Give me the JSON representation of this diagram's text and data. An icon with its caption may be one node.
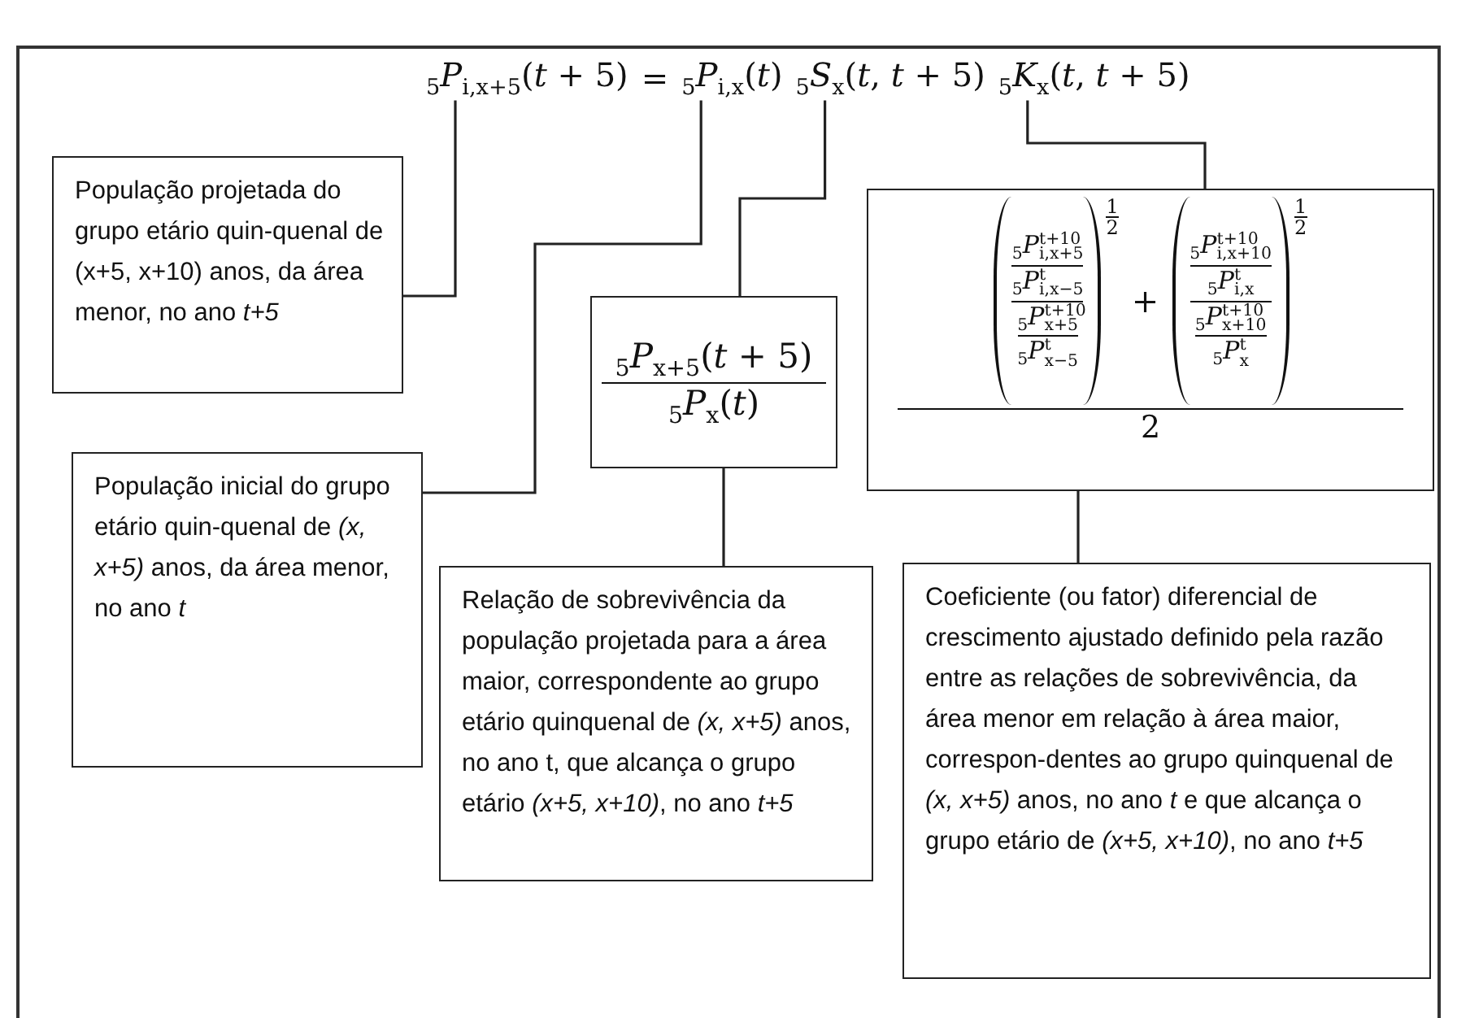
{
  "diagram": {
    "nodes": [
      {
        "text": [
          "$_{5}$*P*$_{i,x+5}$(*t* + 5)"
        ]
      },
      {
        "text": [
          "$_{5}$*P*$_{i,x}$(*t*)"
        ]
      },
      {
        "text": [
          "$_{5}$*S*$_{x}$(*t*, *t* + 5)"
        ]
      },
      {
        "text": [
          "$_{5}$*K*$_{x}$(*t*, *t* + 5)"
        ]
      },
      {
        "text": [
          "População projetada do grupo etário quin-quenal de (x+5, x+10) anos, da área menor, no ano *t+5*"
        ]
      },
      {
        "text": [
          "População inicial do grupo etário quin-quenal de *(x, x+5)* anos, da área menor, no ano *t*"
        ]
      },
      {
        "text": [
          "$_{5}$*P*$_{x+5}$(*t* + 5)",
          "$_{5}$*P*$_{x}$(*t*)"
        ]
      },
      {
        "text": [
          "$_{5}$*P*$^{t+10}$$_{i,x+5}$",
          "$_{5}$*P*$^{t}$$_{i,x−5}$",
          "$_{5}$*P*$^{t+10}$$_{x+5}$",
          "$_{5}$*P*$^{t}$$_{x−5}$",
          "1",
          "2",
          "+",
          "$_{5}$*P*$^{t+10}$$_{i,x+10}$",
          "$_{5}$*P*$^{t}$$_{i,x}$",
          "$_{5}$*P*$^{t+10}$$_{x+10}$",
          "$_{5}$*P*$^{t}$$_{x}$",
          "1",
          "2",
          "2"
        ]
      },
      {
        "text": [
          "Relação de sobrevivência da população projetada para a área maior, correspondente ao grupo etário quinquenal de *(x, x+5)* anos, no ano t, que alcança o grupo etário *(x+5, x+10)*, no ano *t+5*"
        ]
      },
      {
        "text": [
          "Coeficiente (ou fator) diferencial de crescimento ajustado definido pela razão entre as relações de sobrevivência, da área menor em relação à área maior, correspon-dentes ao grupo quinquenal de *(x, x+5)* anos, no ano *t* e que alcança o grupo etário de *(x+5, x+10)*, no ano *t+5*"
        ]
      }
    ],
    "edges": [
      {
        "from": 0,
        "to": 4,
        "arrow": "none"
      },
      {
        "from": 1,
        "to": 5,
        "arrow": "none"
      },
      {
        "from": 2,
        "to": 6,
        "arrow": "none"
      },
      {
        "from": 3,
        "to": 7,
        "arrow": "none"
      },
      {
        "from": 6,
        "to": 8,
        "arrow": "none"
      },
      {
        "from": 7,
        "to": 9,
        "arrow": "none"
      }
    ],
    "labels": [
      "="
    ]
  }
}
